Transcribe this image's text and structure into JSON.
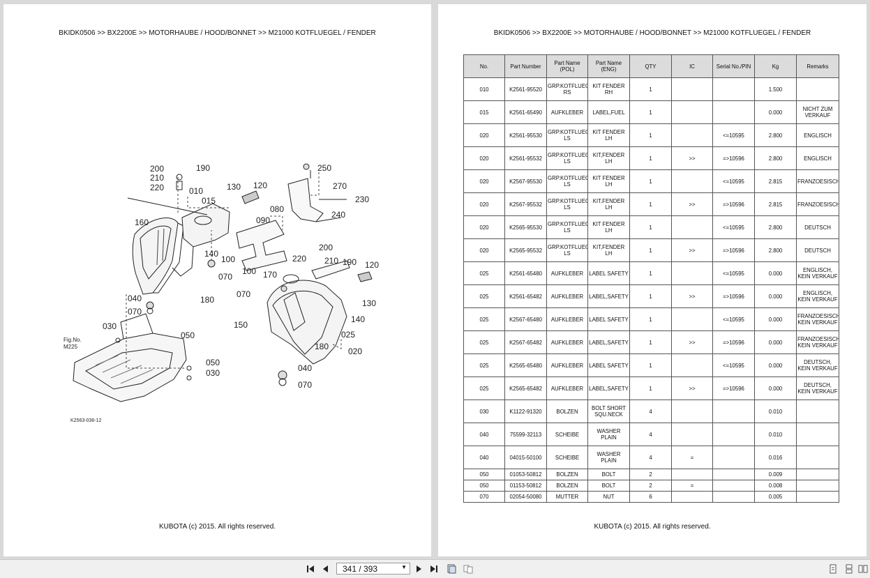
{
  "breadcrumb": "BKIDK0506 >> BX2200E >> MOTORHAUBE / HOOD/BONNET >> M21000    KOTFLUEGEL / FENDER",
  "footer": "KUBOTA (c) 2015. All rights reserved.",
  "diagram": {
    "callouts": [
      "200",
      "210",
      "220",
      "190",
      "010",
      "015",
      "130",
      "120",
      "250",
      "270",
      "230",
      "080",
      "240",
      "090",
      "160",
      "140",
      "100",
      "070",
      "200",
      "220",
      "210",
      "190",
      "120",
      "100",
      "170",
      "040",
      "070",
      "180",
      "070",
      "130",
      "140",
      "150",
      "025",
      "030",
      "050",
      "180",
      "020",
      "050",
      "030",
      "040",
      "070"
    ],
    "fig_no": "Fig.No.",
    "fig_ref": "M225",
    "drawing_code": "K2563-036-12"
  },
  "table": {
    "columns": [
      "No.",
      "Part Number",
      "Part Name (POL)",
      "Part Name (ENG)",
      "QTY",
      "IC",
      "Serial No./PIN",
      "Kg",
      "Remarks"
    ],
    "rows": [
      [
        "010",
        "K2561-95520",
        "GRP.KOTFLUEGEL RS",
        "KIT FENDER RH",
        "1",
        "",
        "",
        "1.500",
        ""
      ],
      [
        "015",
        "K2561-65490",
        "AUFKLEBER",
        "LABEL,FUEL",
        "1",
        "",
        "",
        "0.000",
        "NICHT ZUM VERKAUF"
      ],
      [
        "020",
        "K2561-95530",
        "GRP.KOTFLUEGEL LS",
        "KIT FENDER LH",
        "1",
        "",
        "<=10595",
        "2.800",
        "ENGLISCH"
      ],
      [
        "020",
        "K2561-95532",
        "GRP.KOTFLUEGEL LS",
        "KIT,FENDER LH",
        "1",
        ">>",
        "=>10596",
        "2.800",
        "ENGLISCH"
      ],
      [
        "020",
        "K2567-95530",
        "GRP.KOTFLUEGEL LS",
        "KIT FENDER LH",
        "1",
        "",
        "<=10595",
        "2.815",
        "FRANZOESISCH"
      ],
      [
        "020",
        "K2567-95532",
        "GRP.KOTFLUEGEL LS",
        "KIT,FENDER LH",
        "1",
        ">>",
        "=>10596",
        "2.815",
        "FRANZOESISCH"
      ],
      [
        "020",
        "K2565-95530",
        "GRP.KOTFLUEGEL LS",
        "KIT FENDER LH",
        "1",
        "",
        "<=10595",
        "2.800",
        "DEUTSCH"
      ],
      [
        "020",
        "K2565-95532",
        "GRP.KOTFLUEGEL LS",
        "KIT,FENDER LH",
        "1",
        ">>",
        "=>10596",
        "2.800",
        "DEUTSCH"
      ],
      [
        "025",
        "K2561-65480",
        "AUFKLEBER",
        "LABEL SAFETY",
        "1",
        "",
        "<=10595",
        "0.000",
        "ENGLISCH, KEIN VERKAUF"
      ],
      [
        "025",
        "K2561-65482",
        "AUFKLEBER",
        "LABEL,SAFETY",
        "1",
        ">>",
        "=>10596",
        "0.000",
        "ENGLISCH, KEIN VERKAUF"
      ],
      [
        "025",
        "K2567-65480",
        "AUFKLEBER",
        "LABEL SAFETY",
        "1",
        "",
        "<=10595",
        "0.000",
        "FRANZOESISCH, KEIN VERKAUF"
      ],
      [
        "025",
        "K2567-65482",
        "AUFKLEBER",
        "LABEL,SAFETY",
        "1",
        ">>",
        "=>10596",
        "0.000",
        "FRANZOESISCH, KEIN VERKAUF"
      ],
      [
        "025",
        "K2565-65480",
        "AUFKLEBER",
        "LABEL SAFETY",
        "1",
        "",
        "<=10595",
        "0.000",
        "DEUTSCH, KEIN VERKAUF"
      ],
      [
        "025",
        "K2565-65482",
        "AUFKLEBER",
        "LABEL,SAFETY",
        "1",
        ">>",
        "=>10596",
        "0.000",
        "DEUTSCH, KEIN VERKAUF"
      ],
      [
        "030",
        "K1122-91320",
        "BOLZEN",
        "BOLT SHORT SQU.NECK",
        "4",
        "",
        "",
        "0.010",
        ""
      ],
      [
        "040",
        "75599-32113",
        "SCHEIBE",
        "WASHER PLAIN",
        "4",
        "",
        "",
        "0.010",
        ""
      ],
      [
        "040",
        "04015-50100",
        "SCHEIBE",
        "WASHER PLAIN",
        "4",
        "=",
        "",
        "0.016",
        ""
      ],
      [
        "050",
        "01053-50812",
        "BOLZEN",
        "BOLT",
        "2",
        "",
        "",
        "0.009",
        ""
      ],
      [
        "050",
        "01153-50812",
        "BOLZEN",
        "BOLT",
        "2",
        "=",
        "",
        "0.008",
        ""
      ],
      [
        "070",
        "02054-50080",
        "MUTTER",
        "NUT",
        "6",
        "",
        "",
        "0.005",
        ""
      ]
    ]
  },
  "toolbar": {
    "page_indicator": "341 / 393",
    "icons": [
      "first-page-icon",
      "prev-page-icon",
      "next-page-icon",
      "last-page-icon",
      "single-page-view-icon",
      "two-page-view-icon",
      "view-mode-1-icon",
      "view-mode-2-icon",
      "view-mode-3-icon"
    ]
  }
}
